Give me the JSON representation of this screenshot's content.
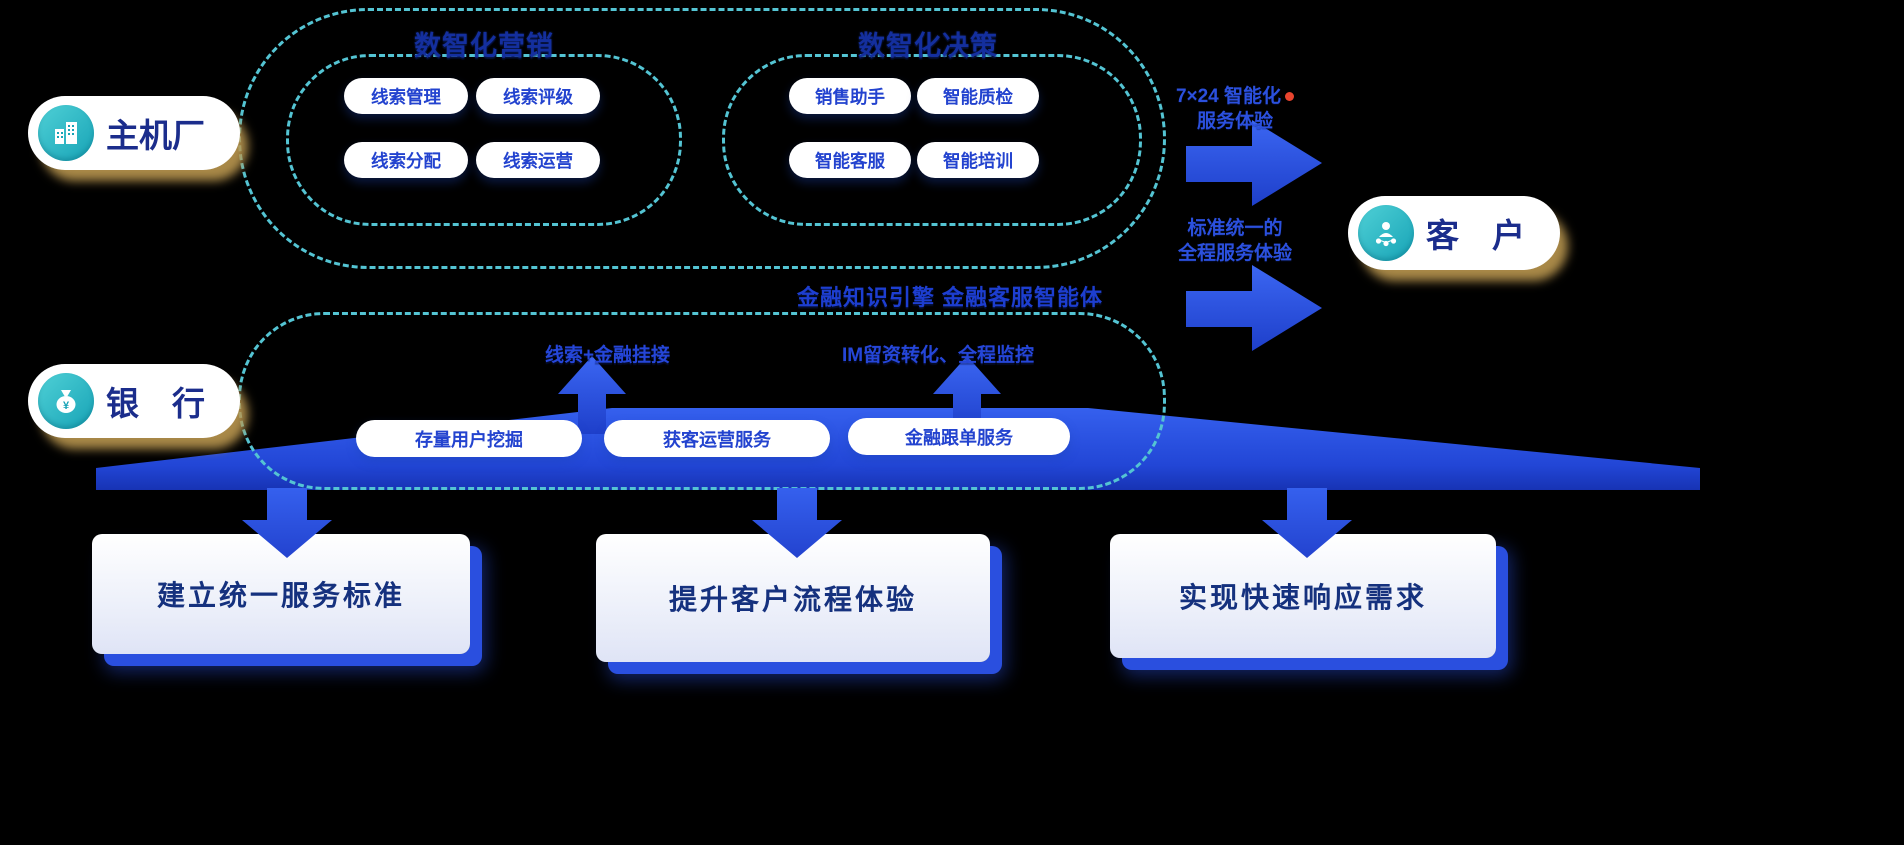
{
  "colors": {
    "primary_blue": "#2b50dd",
    "navy_text": "#15317e",
    "dashed_teal": "#54c4d3",
    "gold_shadow": "#c9a55f",
    "teal_icon": "#17a3b6"
  },
  "actors": {
    "oem": {
      "label": "主机厂"
    },
    "bank": {
      "label": "银　行"
    },
    "customer": {
      "label": "客　户"
    }
  },
  "top_section": {
    "marketing": {
      "title": "数智化营销",
      "items": [
        "线索管理",
        "线索评级",
        "线索分配",
        "线索运营"
      ]
    },
    "decision": {
      "title": "数智化决策",
      "items": [
        "销售助手",
        "智能质检",
        "智能客服",
        "智能培训"
      ]
    }
  },
  "flow_labels": {
    "top": {
      "line1": "7×24 智能化",
      "line2": "服务体验"
    },
    "bottom": {
      "line1": "标准统一的",
      "line2": "全程服务体验"
    }
  },
  "middle_section": {
    "title": "金融知识引擎 金融客服智能体",
    "callout_left": "线索+金融挂接",
    "callout_right": "IM留资转化、全程监控",
    "pills": [
      "存量用户挖掘",
      "获客运营服务",
      "金融跟单服务"
    ]
  },
  "bottom_cards": [
    "建立统一服务标准",
    "提升客户流程体验",
    "实现快速响应需求"
  ]
}
